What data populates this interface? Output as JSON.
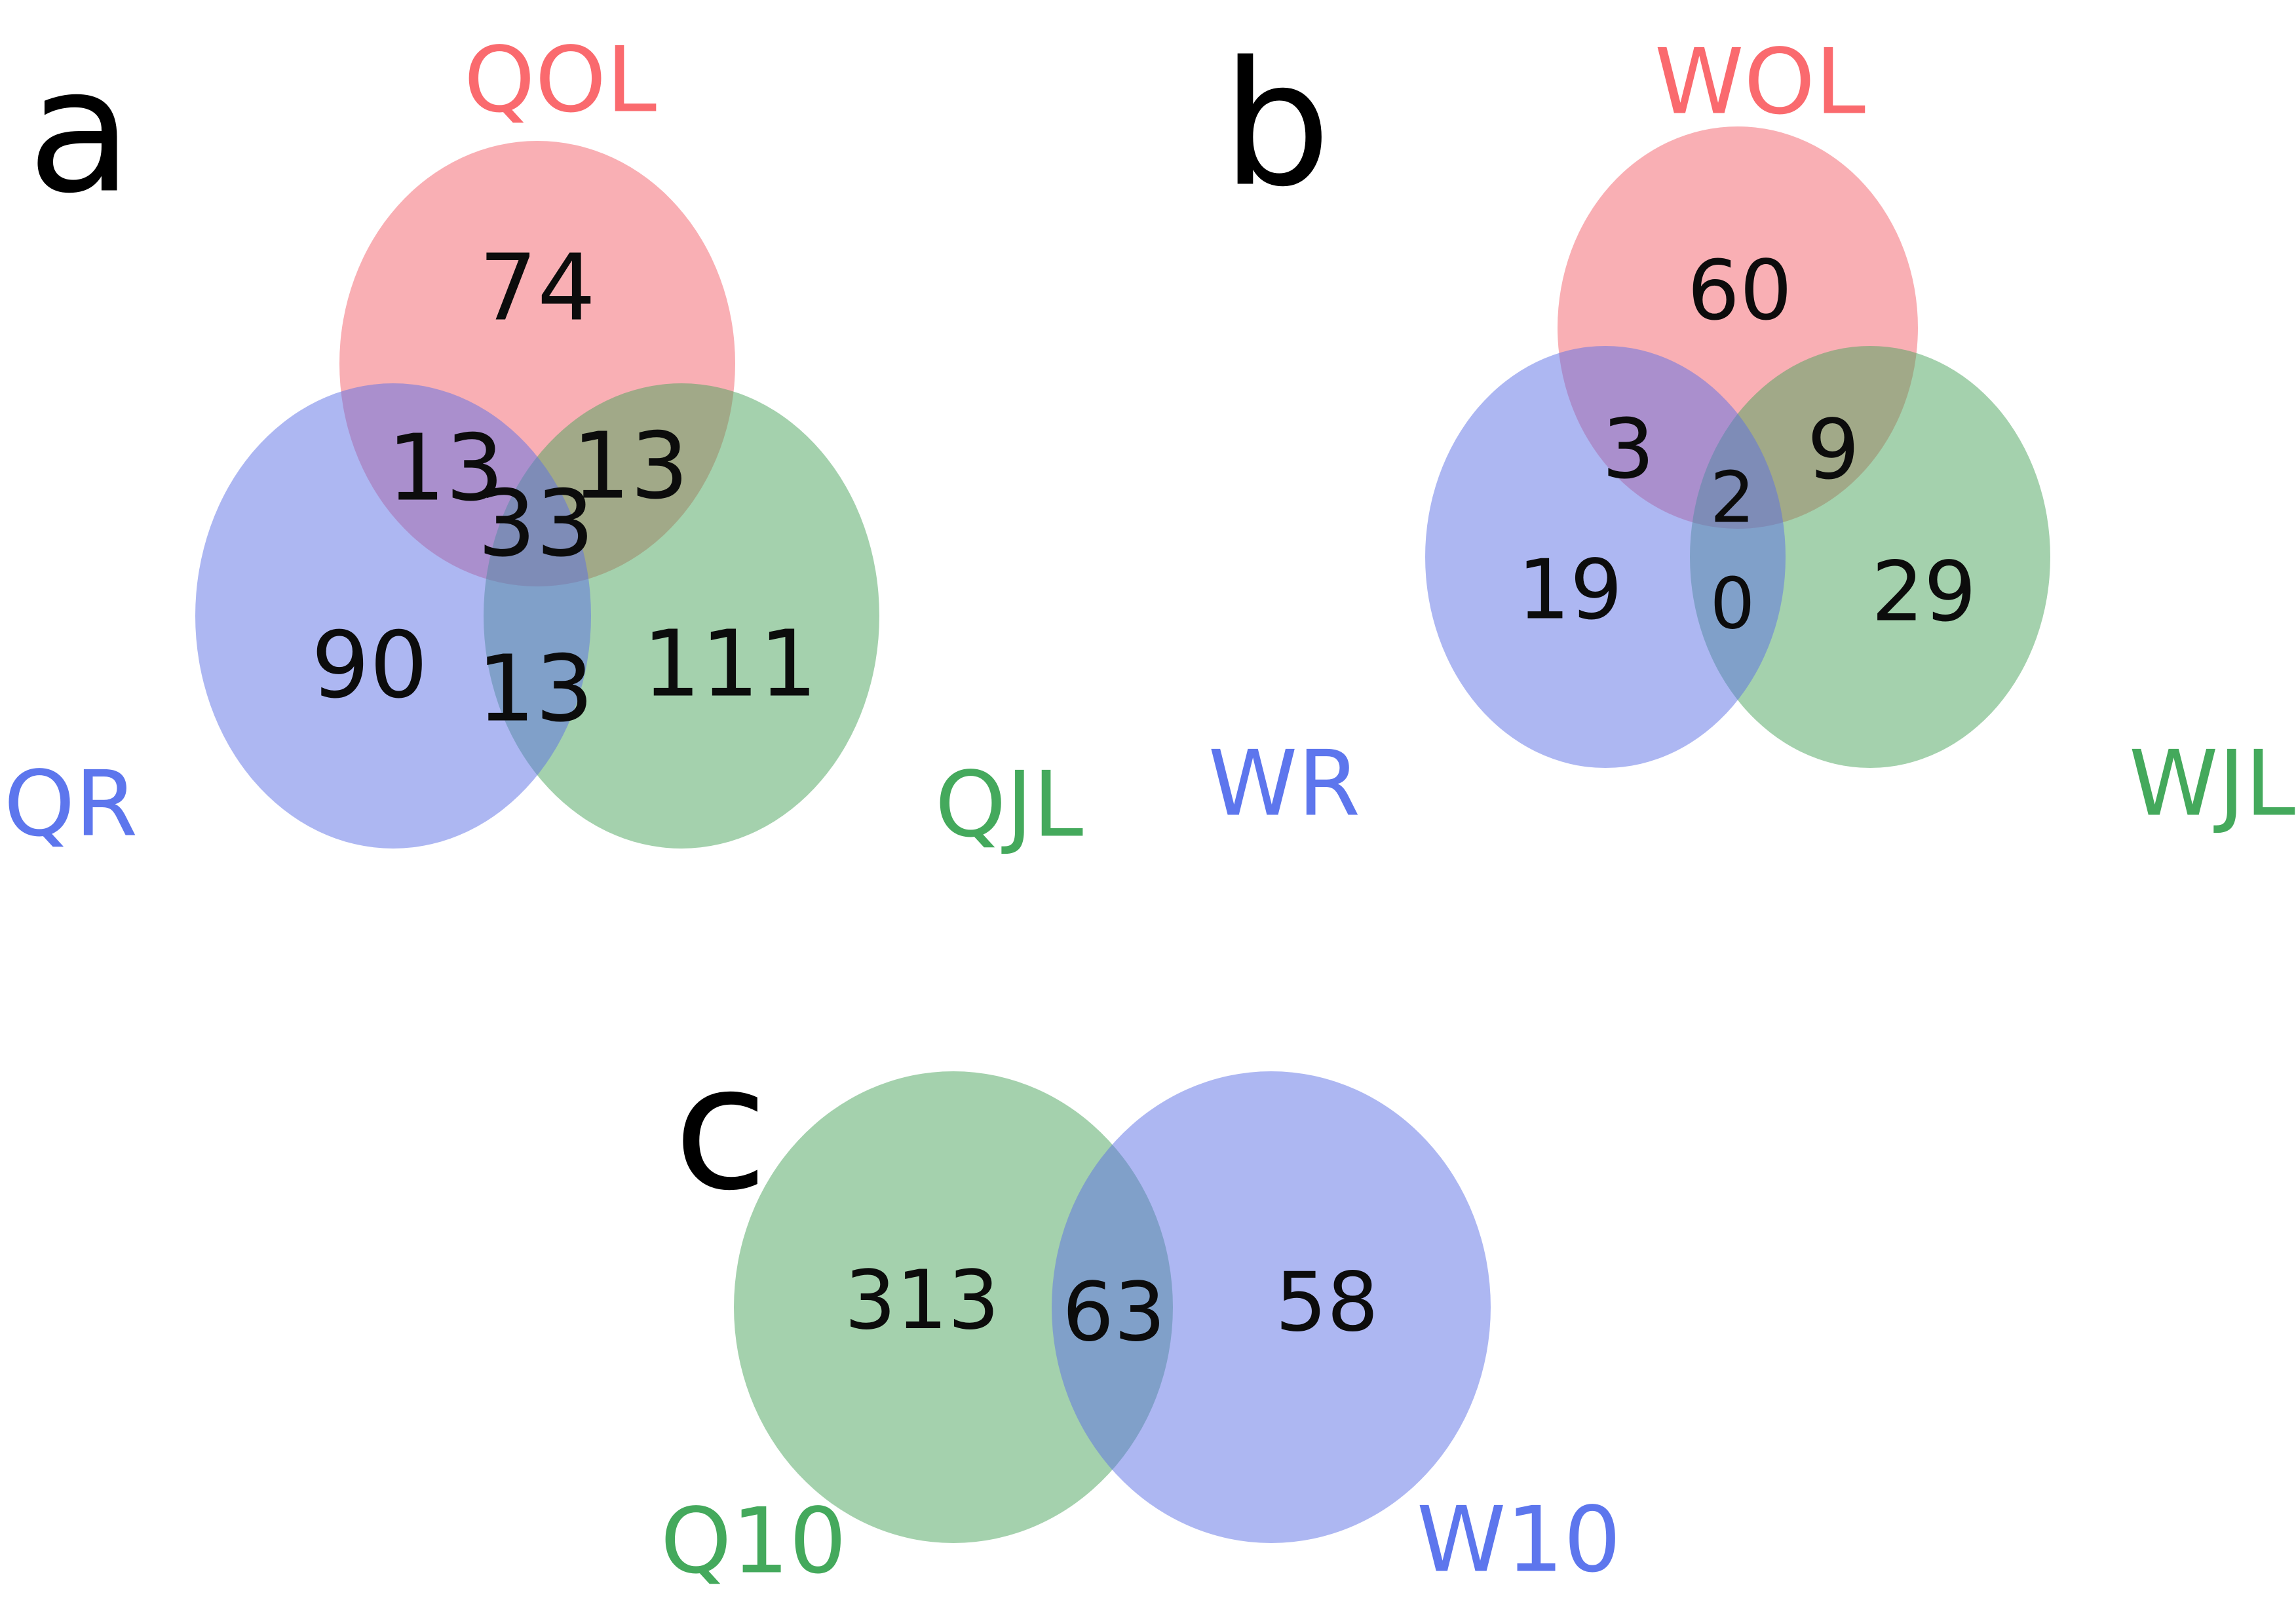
{
  "figure": {
    "panel_a": {
      "letter": "a",
      "set_top_label": "QOL",
      "set_left_label": "QR",
      "set_right_label": "QJL",
      "count_top_only": "74",
      "count_top_left": "13",
      "count_top_right": "13",
      "count_center": "33",
      "count_left_only": "90",
      "count_left_right": "13",
      "count_right_only": "111"
    },
    "panel_b": {
      "letter": "b",
      "set_top_label": "WOL",
      "set_left_label": "WR",
      "set_right_label": "WJL",
      "count_top_only": "60",
      "count_top_left": "3",
      "count_top_right": "9",
      "count_center": "2",
      "count_left_only": "19",
      "count_left_right": "0",
      "count_right_only": "29"
    },
    "panel_c": {
      "letter": "c",
      "set_left_label": "Q10",
      "set_right_label": "W10",
      "count_left_only": "313",
      "count_overlap": "63",
      "count_right_only": "58"
    },
    "colors": {
      "red_circle": "#F4606A",
      "blue_circle": "#5B6FE6",
      "green_circle": "#4AA45C",
      "red_label": "#FA6A6E",
      "blue_label": "#5D76ED",
      "green_label": "#44A95C",
      "number_text": "#0C0C0C",
      "letter_text": "#000000"
    }
  },
  "chart_data": {
    "type": "venn",
    "panels": [
      {
        "id": "a",
        "sets": [
          "QOL",
          "QR",
          "QJL"
        ],
        "regions": {
          "QOL_only": 74,
          "QR_only": 90,
          "QJL_only": 111,
          "QOL_and_QR": 13,
          "QOL_and_QJL": 13,
          "QR_and_QJL": 13,
          "QOL_and_QR_and_QJL": 33
        }
      },
      {
        "id": "b",
        "sets": [
          "WOL",
          "WR",
          "WJL"
        ],
        "regions": {
          "WOL_only": 60,
          "WR_only": 19,
          "WJL_only": 29,
          "WOL_and_WR": 3,
          "WOL_and_WJL": 9,
          "WR_and_WJL": 0,
          "WOL_and_WR_and_WJL": 2
        }
      },
      {
        "id": "c",
        "sets": [
          "Q10",
          "W10"
        ],
        "regions": {
          "Q10_only": 313,
          "W10_only": 58,
          "Q10_and_W10": 63
        }
      }
    ]
  }
}
